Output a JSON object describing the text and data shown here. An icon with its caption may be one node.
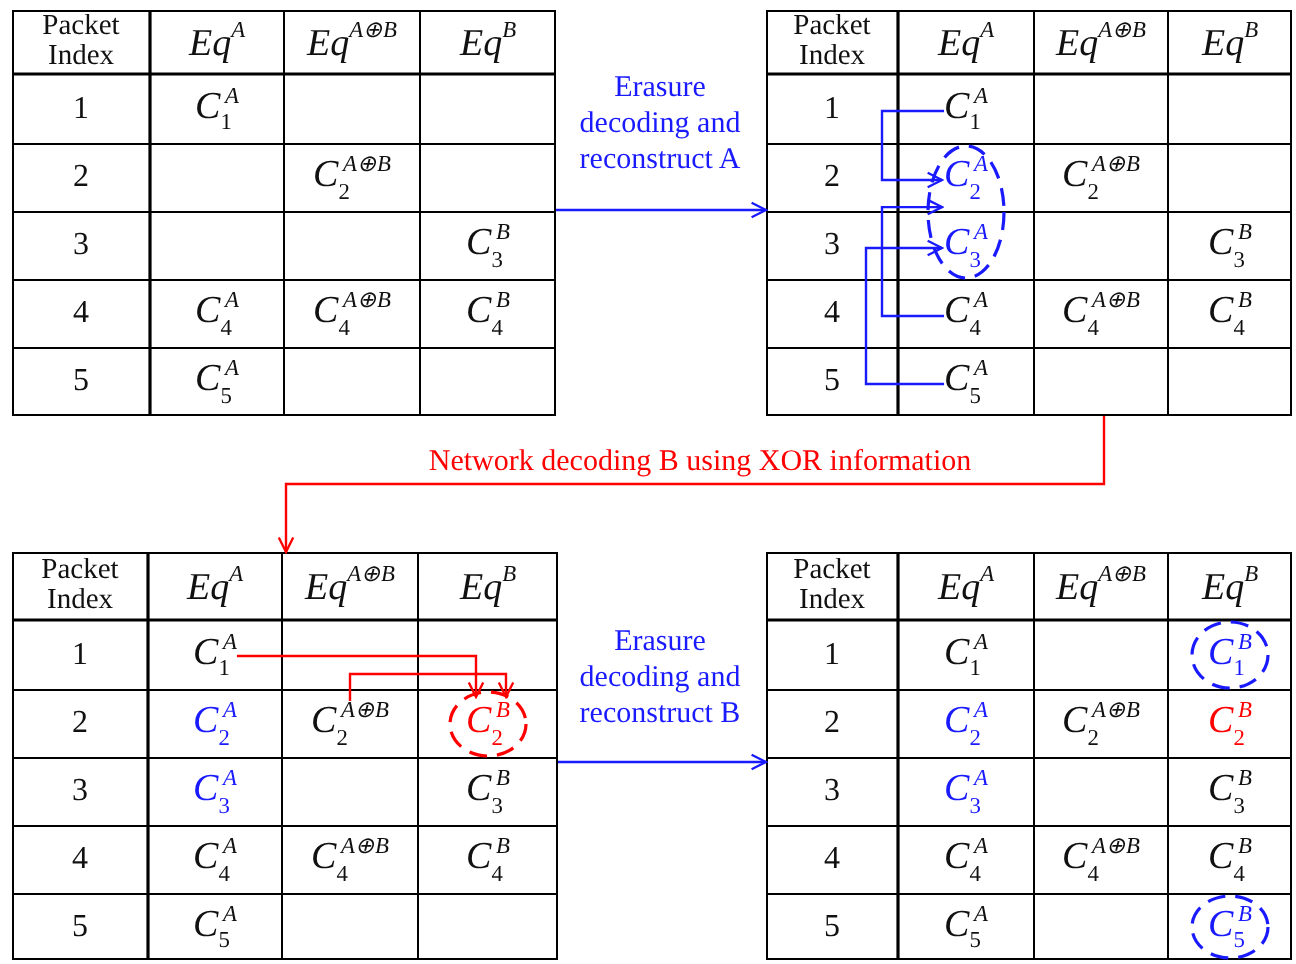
{
  "diagram": {
    "nodes": [
      {
        "text": [],
        "shape": "table"
      },
      {
        "text": [
          "Packet Index"
        ],
        "in": 0
      },
      {
        "text": [
          "Eq$^{A}$"
        ],
        "in": 0
      },
      {
        "text": [
          "Eq$^{A⊕B}$"
        ],
        "in": 0
      },
      {
        "text": [
          "Eq$^{B}$"
        ],
        "in": 0
      },
      {
        "text": [
          "1"
        ],
        "in": 0
      },
      {
        "text": [
          "C$_{1}$$^{A}$"
        ],
        "in": 0
      },
      {
        "text": [
          "2"
        ],
        "in": 0
      },
      {
        "text": [
          "C$_{2}$$^{A⊕B}$"
        ],
        "in": 0
      },
      {
        "text": [
          "3"
        ],
        "in": 0
      },
      {
        "text": [
          "C$_{3}$$^{B}$"
        ],
        "in": 0
      },
      {
        "text": [
          "4"
        ],
        "in": 0
      },
      {
        "text": [
          "C$_{4}$$^{A}$"
        ],
        "in": 0
      },
      {
        "text": [
          "C$_{4}$$^{A⊕B}$"
        ],
        "in": 0
      },
      {
        "text": [
          "C$_{4}$$^{B}$"
        ],
        "in": 0
      },
      {
        "text": [
          "5"
        ],
        "in": 0
      },
      {
        "text": [
          "C$_{5}$$^{A}$"
        ],
        "in": 0
      },
      {
        "text": [],
        "shape": "table"
      },
      {
        "text": [
          "Packet Index"
        ],
        "in": 17
      },
      {
        "text": [
          "Eq$^{A}$"
        ],
        "in": 17
      },
      {
        "text": [
          "Eq$^{A⊕B}$"
        ],
        "in": 17
      },
      {
        "text": [
          "Eq$^{B}$"
        ],
        "in": 17
      },
      {
        "text": [
          "1"
        ],
        "in": 17
      },
      {
        "text": [
          "C$_{1}$$^{A}$"
        ],
        "in": 17
      },
      {
        "text": [
          "2"
        ],
        "in": 17
      },
      {
        "text": [
          "C$_{2}$$^{A}$"
        ],
        "in": 17
      },
      {
        "text": [
          "C$_{2}$$^{A⊕B}$"
        ],
        "in": 17
      },
      {
        "text": [
          "3"
        ],
        "in": 17
      },
      {
        "text": [
          "C$_{3}$$^{A}$"
        ],
        "in": 17
      },
      {
        "text": [
          "C$_{3}$$^{B}$"
        ],
        "in": 17
      },
      {
        "text": [
          "4"
        ],
        "in": 17
      },
      {
        "text": [
          "C$_{4}$$^{A}$"
        ],
        "in": 17
      },
      {
        "text": [
          "C$_{4}$$^{A⊕B}$"
        ],
        "in": 17
      },
      {
        "text": [
          "C$_{4}$$^{B}$"
        ],
        "in": 17
      },
      {
        "text": [
          "5"
        ],
        "in": 17
      },
      {
        "text": [
          "C$_{5}$$^{A}$"
        ],
        "in": 17
      },
      {
        "text": [],
        "shape": "table"
      },
      {
        "text": [
          "Packet Index"
        ],
        "in": 36
      },
      {
        "text": [
          "Eq$^{A}$"
        ],
        "in": 36
      },
      {
        "text": [
          "Eq$^{A⊕B}$"
        ],
        "in": 36
      },
      {
        "text": [
          "Eq$^{B}$"
        ],
        "in": 36
      },
      {
        "text": [
          "1"
        ],
        "in": 36
      },
      {
        "text": [
          "C$_{1}$$^{A}$"
        ],
        "in": 36
      },
      {
        "text": [
          "2"
        ],
        "in": 36
      },
      {
        "text": [
          "C$_{2}$$^{A}$"
        ],
        "in": 36
      },
      {
        "text": [
          "C$_{2}$$^{A⊕B}$"
        ],
        "in": 36
      },
      {
        "text": [
          "C$_{2}$$^{B}$"
        ],
        "in": 36
      },
      {
        "text": [
          "3"
        ],
        "in": 36
      },
      {
        "text": [
          "C$_{3}$$^{A}$"
        ],
        "in": 36
      },
      {
        "text": [
          "C$_{3}$$^{B}$"
        ],
        "in": 36
      },
      {
        "text": [
          "4"
        ],
        "in": 36
      },
      {
        "text": [
          "C$_{4}$$^{A}$"
        ],
        "in": 36
      },
      {
        "text": [
          "C$_{4}$$^{A⊕B}$"
        ],
        "in": 36
      },
      {
        "text": [
          "C$_{4}$$^{B}$"
        ],
        "in": 36
      },
      {
        "text": [
          "5"
        ],
        "in": 36
      },
      {
        "text": [
          "C$_{5}$$^{A}$"
        ],
        "in": 36
      },
      {
        "text": [],
        "shape": "table"
      },
      {
        "text": [
          "Packet Index"
        ],
        "in": 56
      },
      {
        "text": [
          "Eq$^{A}$"
        ],
        "in": 56
      },
      {
        "text": [
          "Eq$^{A⊕B}$"
        ],
        "in": 56
      },
      {
        "text": [
          "Eq$^{B}$"
        ],
        "in": 56
      },
      {
        "text": [
          "1"
        ],
        "in": 56
      },
      {
        "text": [
          "C$_{1}$$^{A}$"
        ],
        "in": 56
      },
      {
        "text": [
          "C$_{1}$$^{B}$"
        ],
        "in": 56
      },
      {
        "text": [
          "2"
        ],
        "in": 56
      },
      {
        "text": [
          "C$_{2}$$^{A}$"
        ],
        "in": 56
      },
      {
        "text": [
          "C$_{2}$$^{A⊕B}$"
        ],
        "in": 56
      },
      {
        "text": [
          "C$_{2}$$^{B}$"
        ],
        "in": 56
      },
      {
        "text": [
          "3"
        ],
        "in": 56
      },
      {
        "text": [
          "C$_{3}$$^{A}$"
        ],
        "in": 56
      },
      {
        "text": [
          "C$_{3}$$^{B}$"
        ],
        "in": 56
      },
      {
        "text": [
          "4"
        ],
        "in": 56
      },
      {
        "text": [
          "C$_{4}$$^{A}$"
        ],
        "in": 56
      },
      {
        "text": [
          "C$_{4}$$^{A⊕B}$"
        ],
        "in": 56
      },
      {
        "text": [
          "C$_{4}$$^{B}$"
        ],
        "in": 56
      },
      {
        "text": [
          "5"
        ],
        "in": 56
      },
      {
        "text": [
          "C$_{5}$$^{A}$"
        ],
        "in": 56
      },
      {
        "text": [
          "C$_{5}$$^{B}$"
        ],
        "in": 56
      }
    ],
    "edges": [
      {
        "from": 0,
        "to": 17,
        "arrow": "to",
        "label": "Erasure decoding and reconstruct A"
      },
      {
        "from": 23,
        "to": 25,
        "arrow": "to"
      },
      {
        "from": 31,
        "to": 25,
        "arrow": "to"
      },
      {
        "from": 35,
        "to": 28,
        "arrow": "to"
      },
      {
        "from": 17,
        "to": 36,
        "arrow": "to",
        "label": "Network decoding B using XOR information",
        "color": "#ff0000"
      },
      {
        "from": 42,
        "to": 46,
        "arrow": "to",
        "color": "#ff0000"
      },
      {
        "from": 45,
        "to": 46,
        "arrow": "to",
        "color": "#ff0000"
      },
      {
        "from": 36,
        "to": 56,
        "arrow": "to",
        "label": "Erasure decoding and reconstruct B"
      }
    ]
  }
}
